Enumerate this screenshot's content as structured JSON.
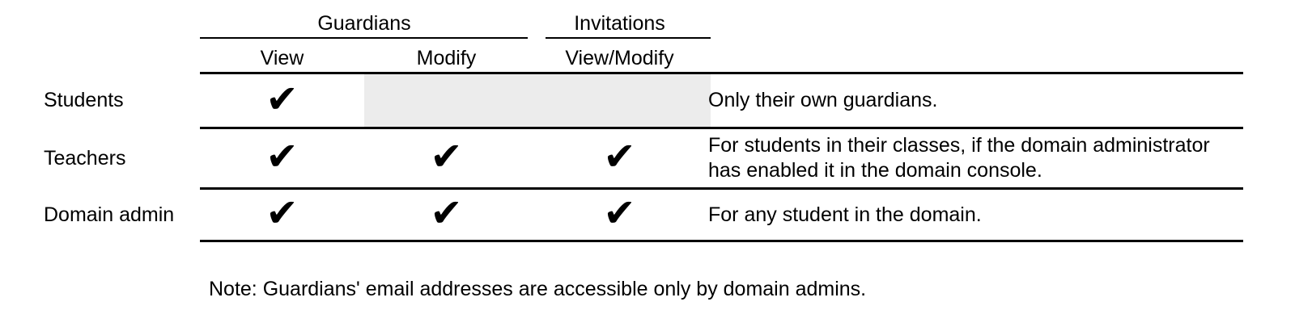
{
  "header": {
    "groups": [
      {
        "label": "Guardians"
      },
      {
        "label": "Invitations"
      }
    ],
    "columns": [
      {
        "label": "View"
      },
      {
        "label": "Modify"
      },
      {
        "label": "View/Modify"
      }
    ]
  },
  "rows": [
    {
      "label": "Students",
      "cells": {
        "view": "✔",
        "modify": "",
        "view_modify": ""
      },
      "disabled_cells": [
        "modify",
        "view_modify"
      ],
      "note": "Only their own guardians."
    },
    {
      "label": "Teachers",
      "cells": {
        "view": "✔",
        "modify": "✔",
        "view_modify": "✔"
      },
      "note": "For students in their classes, if the domain administrator has enabled it in the domain console."
    },
    {
      "label": "Domain admin",
      "cells": {
        "view": "✔",
        "modify": "✔",
        "view_modify": "✔"
      },
      "note": "For any student in the domain."
    }
  ],
  "footnote": "Note: Guardians' email addresses are accessible only by domain admins.",
  "icons": {
    "check": "✔"
  },
  "colors": {
    "text": "#000000",
    "rule": "#000000",
    "disabled_cell": "#ececec",
    "background": "#ffffff"
  }
}
